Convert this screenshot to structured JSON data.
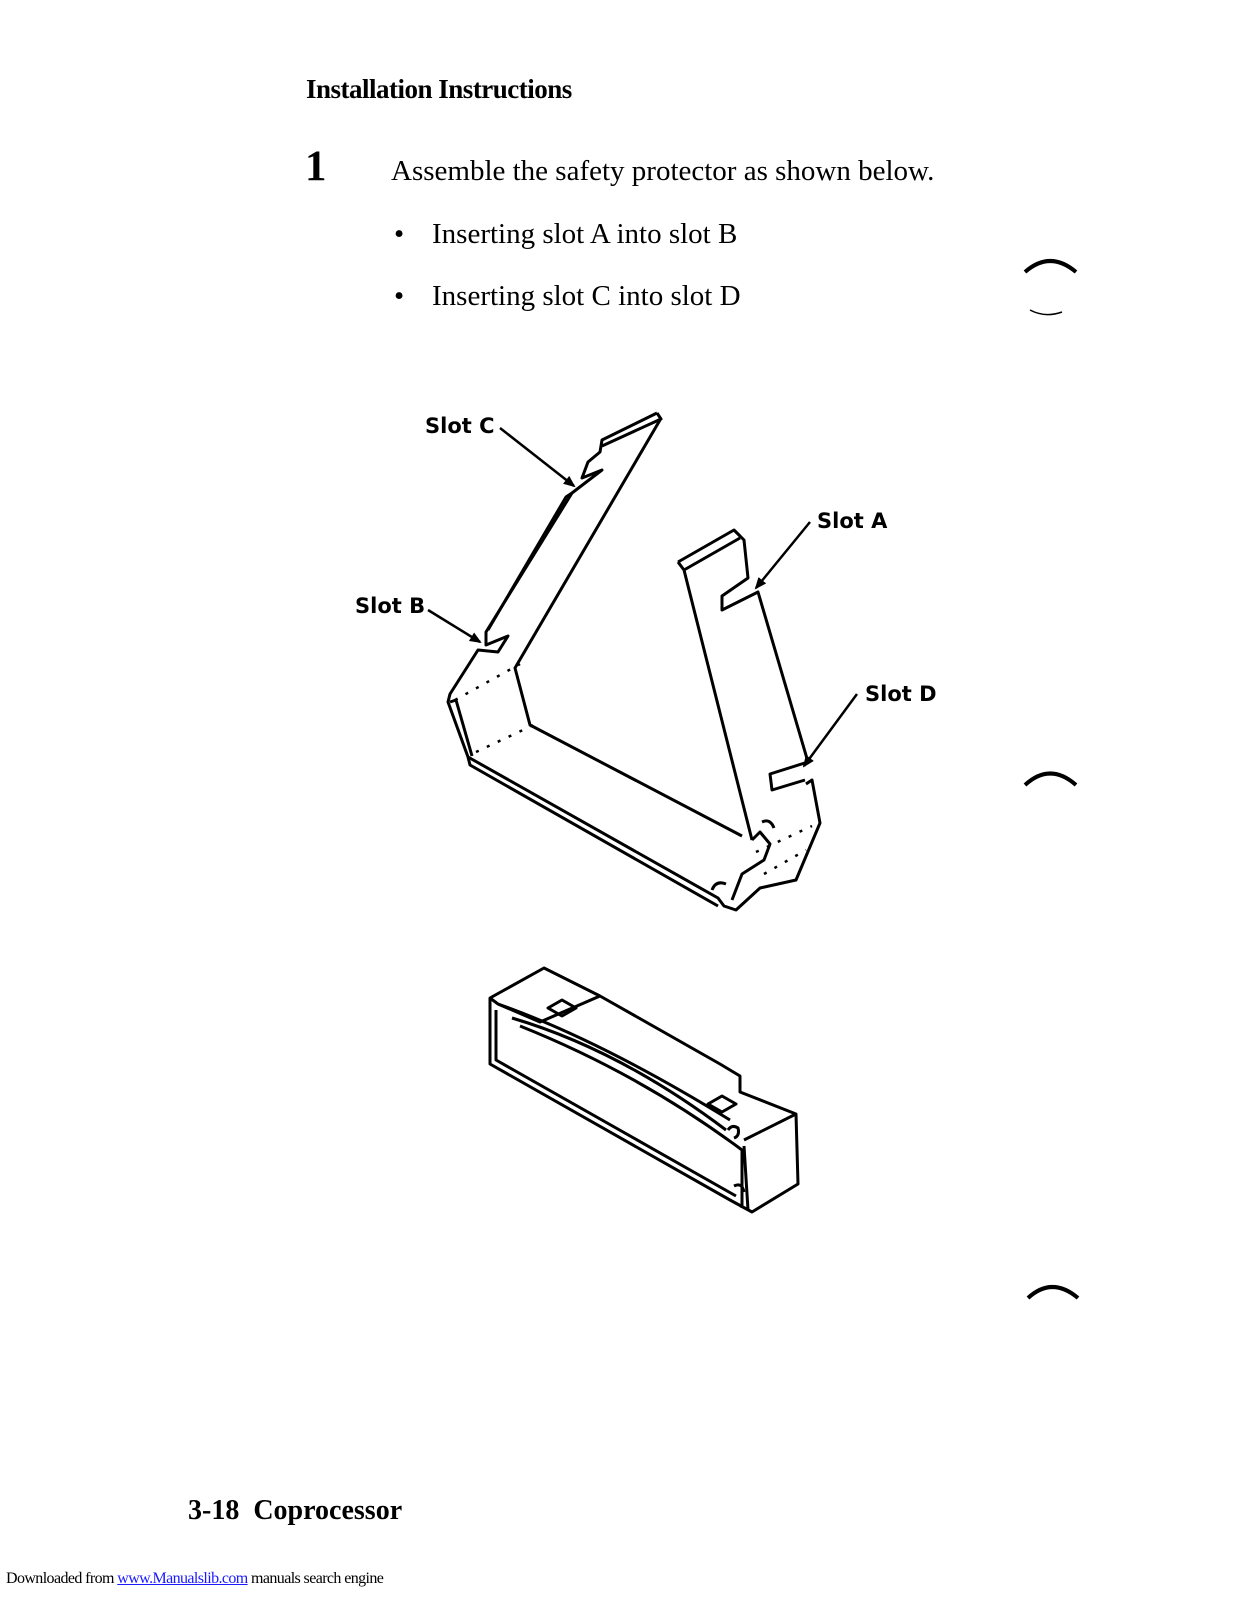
{
  "page": {
    "heading": "Installation Instructions",
    "step": {
      "number": "1",
      "text": "Assemble the safety protector as shown below.",
      "bullets": [
        {
          "marker": "•",
          "text": "Inserting slot A into slot B"
        },
        {
          "marker": "•",
          "text": "Inserting slot C into slot D"
        }
      ]
    },
    "figure": {
      "labels": {
        "slot_c": "Slot C",
        "slot_a": "Slot A",
        "slot_b": "Slot B",
        "slot_d": "Slot D"
      }
    },
    "footer": {
      "page_number": "3-18",
      "section": "Coprocessor"
    },
    "download_line": {
      "prefix": "Downloaded from ",
      "link_text": "www.Manualslib.com",
      "suffix": " manuals search engine",
      "link_color": "#1a1aff"
    }
  }
}
